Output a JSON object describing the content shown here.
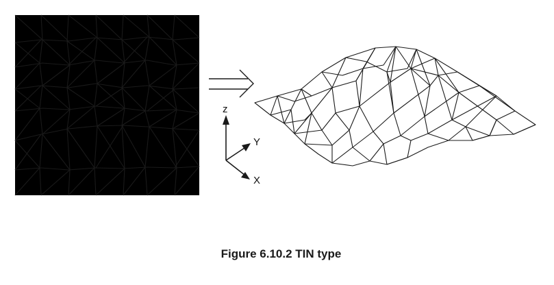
{
  "figure": {
    "caption": "Figure 6.10.2 TIN type",
    "axes": {
      "z": "z",
      "y": "Y",
      "x": "X"
    }
  }
}
